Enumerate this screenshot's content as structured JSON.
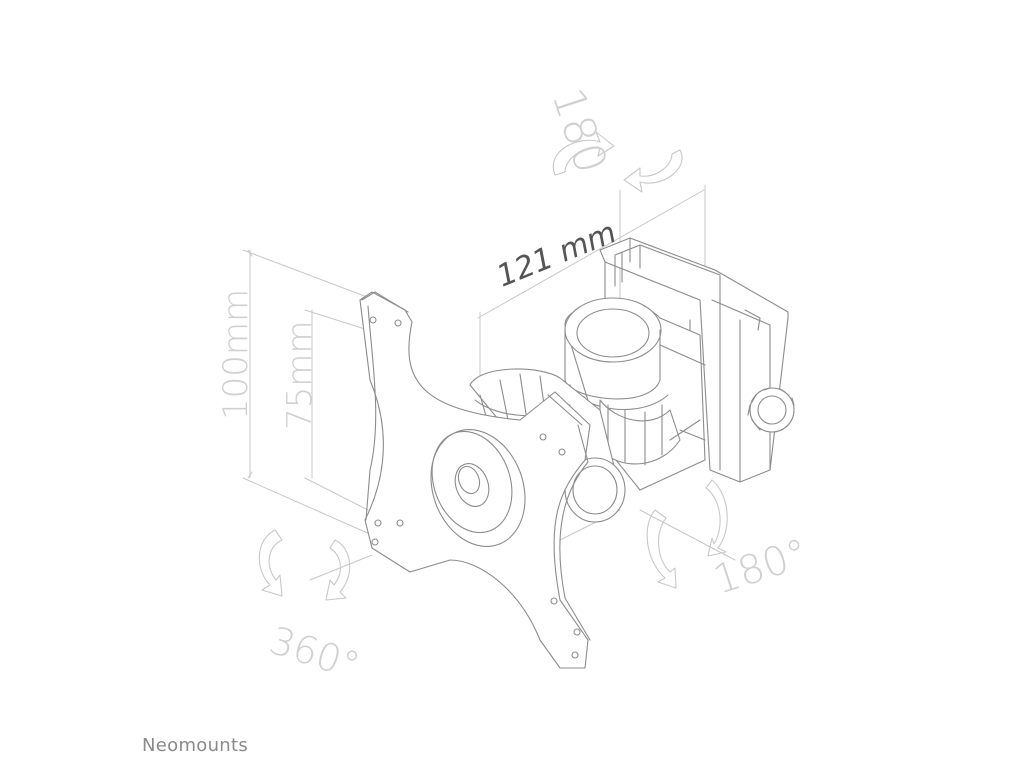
{
  "dimensions": {
    "rotation_top": "180",
    "arm_length": "121 mm",
    "vesa_100": "100mm",
    "vesa_75": "75mm",
    "rotation_plate": "360°",
    "rotation_swivel": "180°"
  },
  "brand": "Neomounts",
  "colors": {
    "line": "#8c8c8c",
    "dim_line": "#c8c8c8",
    "dim_text": "#d0d0d0",
    "label_text": "#555555",
    "brand_text": "#8a8a8a"
  }
}
